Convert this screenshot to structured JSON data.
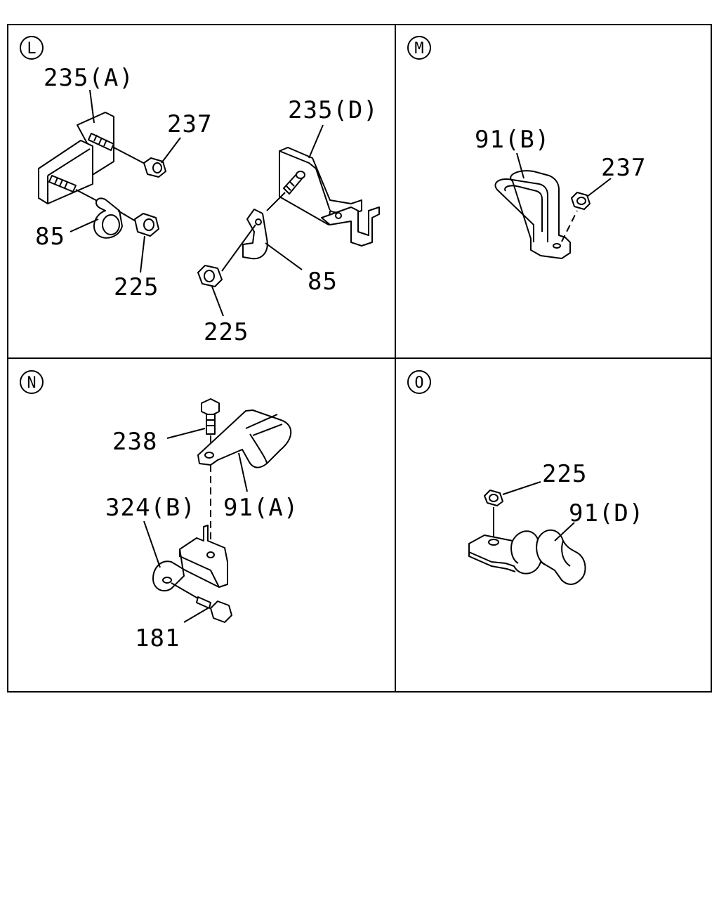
{
  "sections": {
    "L": {
      "id": "L",
      "labels": [
        "235(A)",
        "237",
        "85",
        "225",
        "235(D)",
        "85",
        "225"
      ]
    },
    "M": {
      "id": "M",
      "labels": [
        "91(B)",
        "237"
      ]
    },
    "N": {
      "id": "N",
      "labels": [
        "238",
        "324(B)",
        "91(A)",
        "181"
      ]
    },
    "O": {
      "id": "O",
      "labels": [
        "225",
        "91(D)"
      ]
    }
  }
}
